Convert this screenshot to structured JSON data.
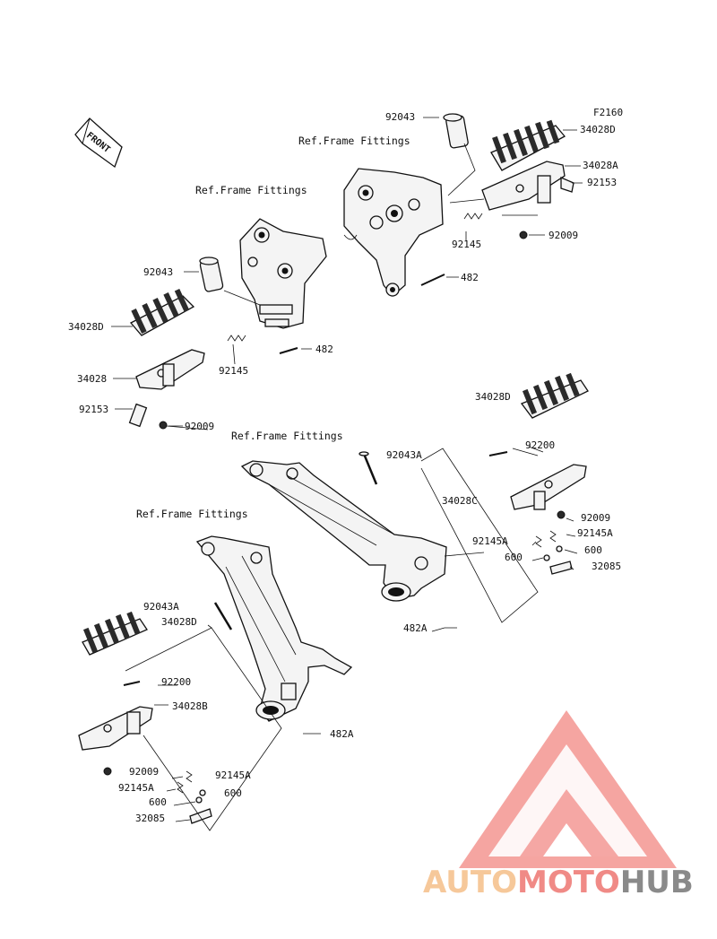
{
  "diagram_code": "F2160",
  "front_marker": "FRONT",
  "ref_labels": {
    "upper_right": "Ref.Frame Fittings",
    "upper_left": "Ref.Frame Fittings",
    "lower_right": "Ref.Frame Fittings",
    "lower_left": "Ref.Frame Fittings"
  },
  "parts": {
    "p92043_top": "92043",
    "p34028D_top": "34028D",
    "p34028A": "34028A",
    "p92153_right": "92153",
    "p92009_right": "92009",
    "p92145_right": "92145",
    "p482_right": "482",
    "p92043_left": "92043",
    "p34028D_left": "34028D",
    "p34028": "34028",
    "p92145_left": "92145",
    "p482_left": "482",
    "p92153_left": "92153",
    "p92009_left": "92009",
    "p34028D_mid": "34028D",
    "p92200_right": "92200",
    "p92043A_right": "92043A",
    "p34028C": "34028C",
    "p92009_mid": "92009",
    "p92145A_r1": "92145A",
    "p92145A_r2": "92145A",
    "p600_r1": "600",
    "p600_r2": "600",
    "p32085_right": "32085",
    "p482A_right": "482A",
    "p92043A_left": "92043A",
    "p34028D_low": "34028D",
    "p92200_left": "92200",
    "p34028B": "34028B",
    "p482A_left": "482A",
    "p92009_low": "92009",
    "p92145A_l1": "92145A",
    "p92145A_l2": "92145A",
    "p600_l1": "600",
    "p600_l2": "600",
    "p32085_left": "32085"
  },
  "watermark": {
    "part1": "AUTO",
    "part2": "MOTO",
    "part3": "HUB",
    "colors": {
      "auto": "#f6c89a",
      "moto": "#f08a86",
      "hub": "#8a8a8a",
      "triangle": "#f07a76"
    }
  }
}
